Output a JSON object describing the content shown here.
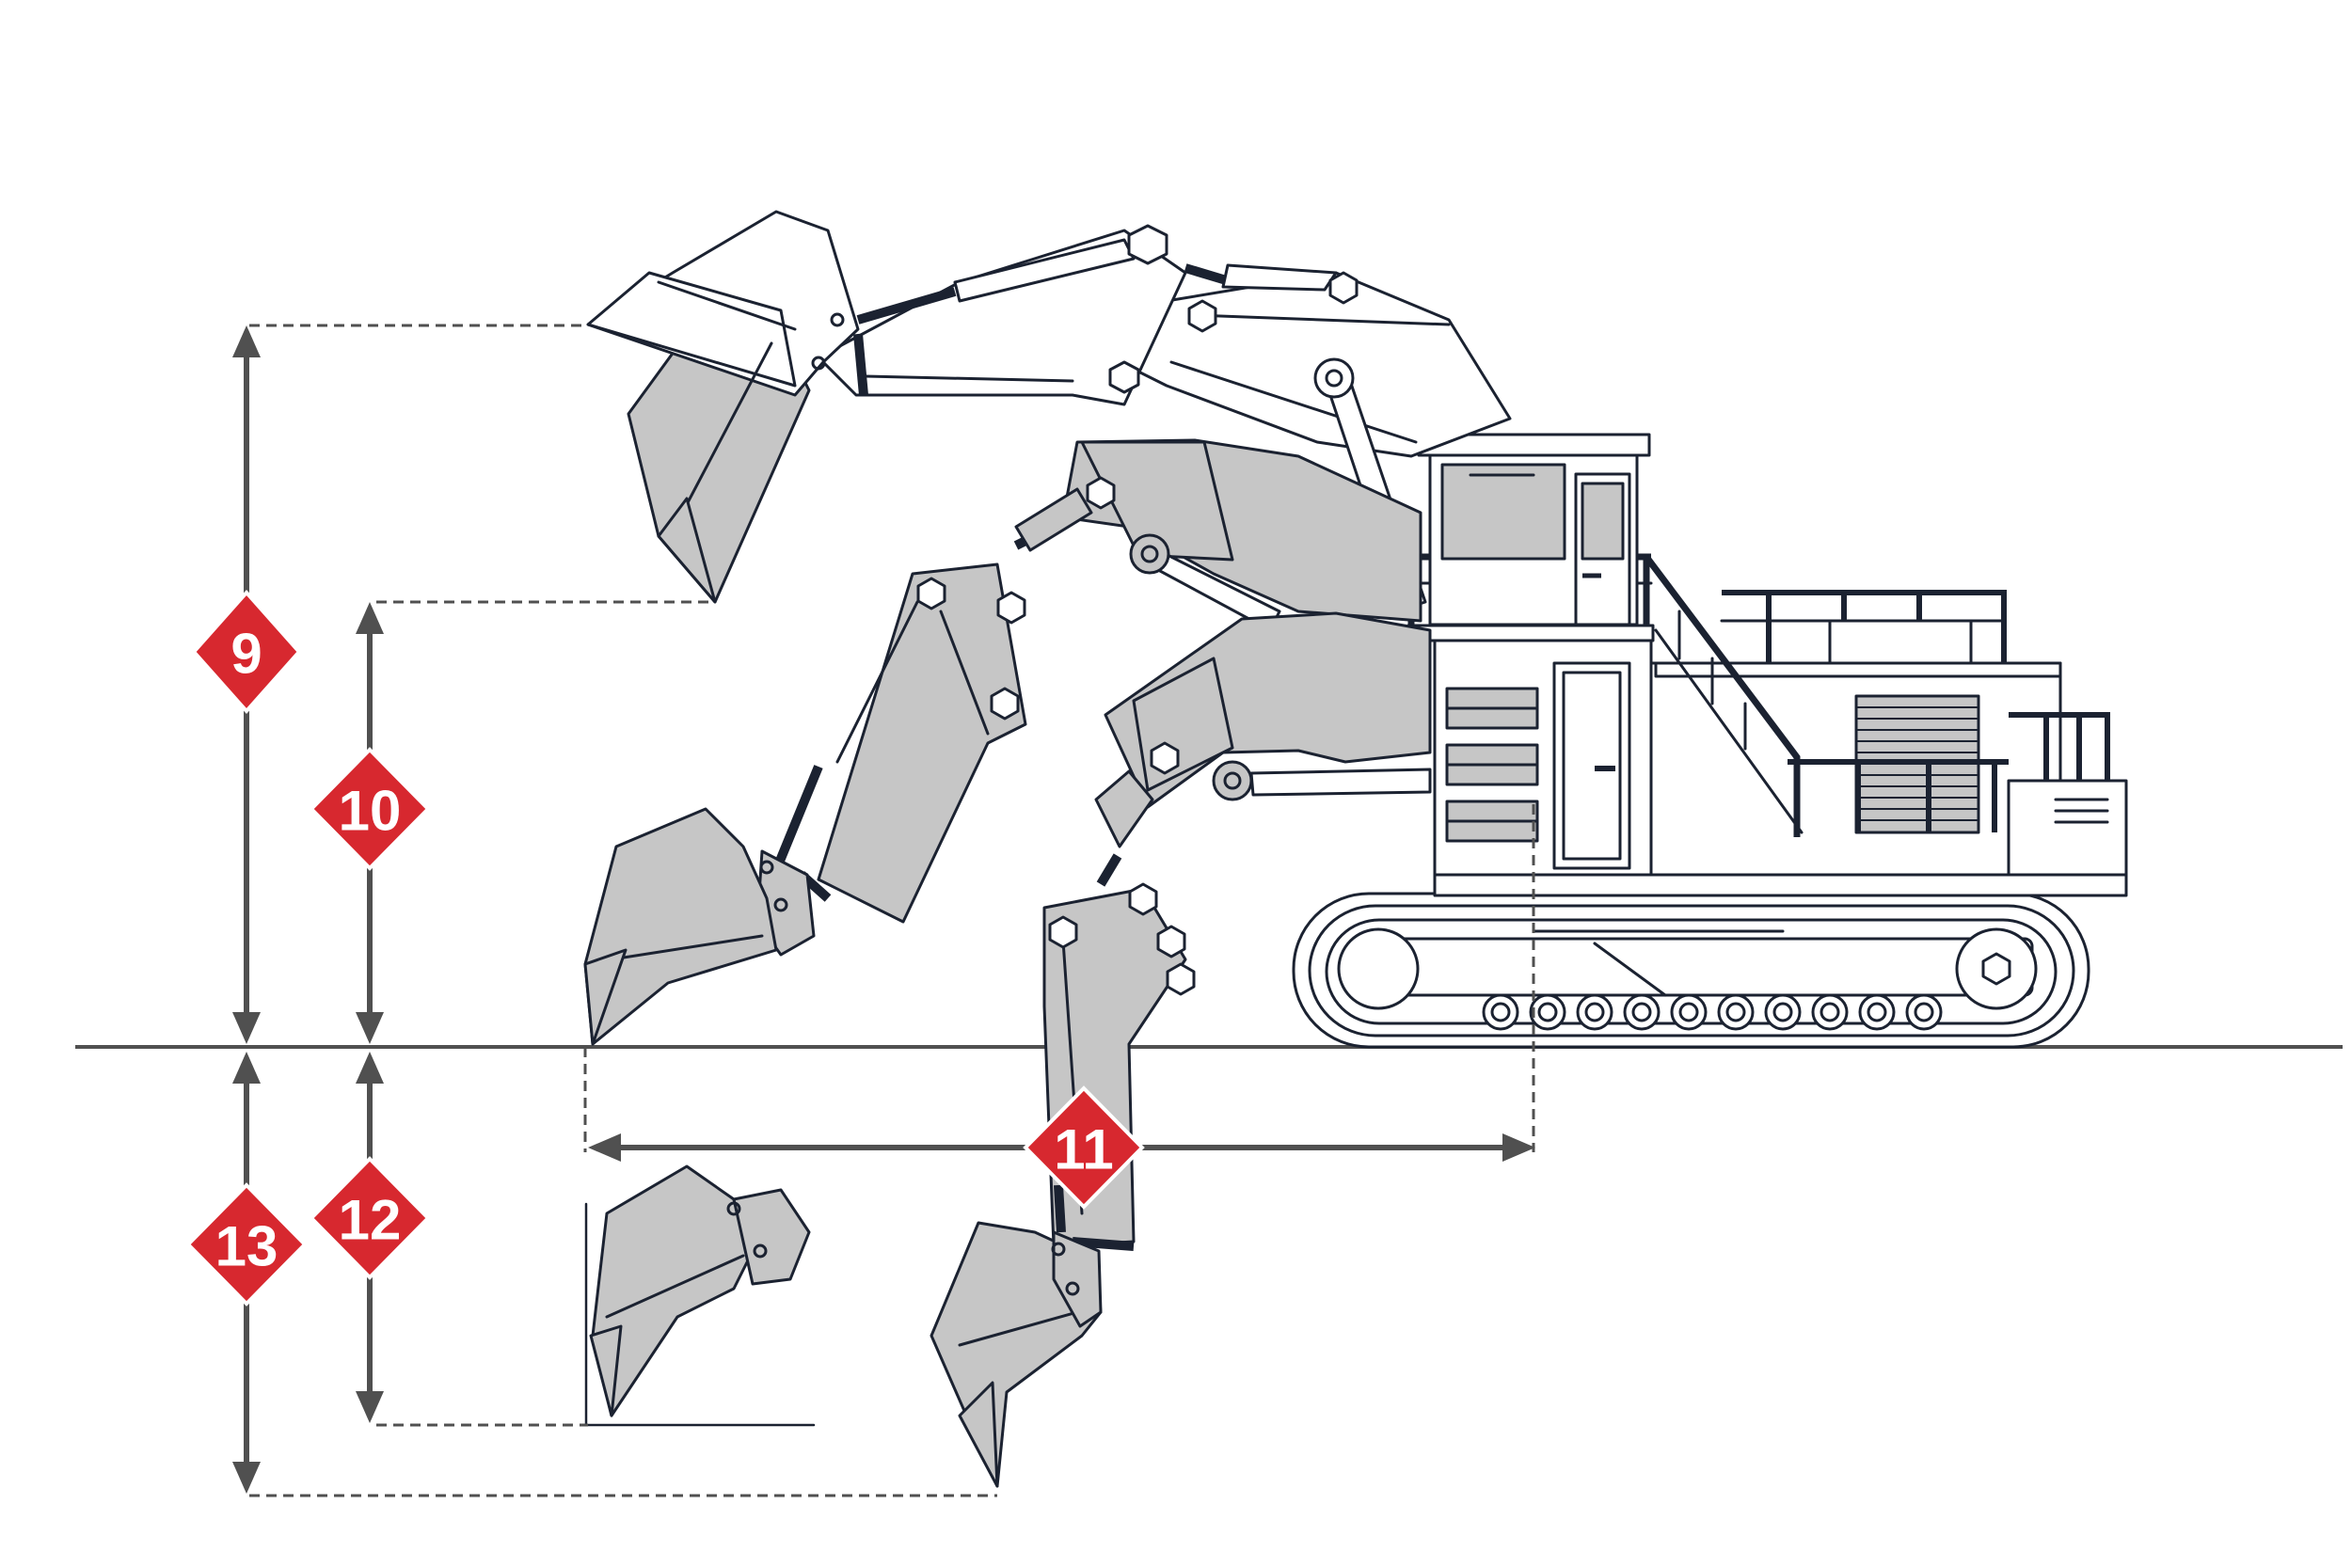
{
  "badges": [
    {
      "label": "9"
    },
    {
      "label": "10"
    },
    {
      "label": "11"
    },
    {
      "label": "12"
    },
    {
      "label": "13"
    }
  ],
  "colors": {
    "badge": "#d7282f",
    "outline": "#1b2231",
    "fill": "#c6c6c6",
    "dimension": "#505050"
  }
}
